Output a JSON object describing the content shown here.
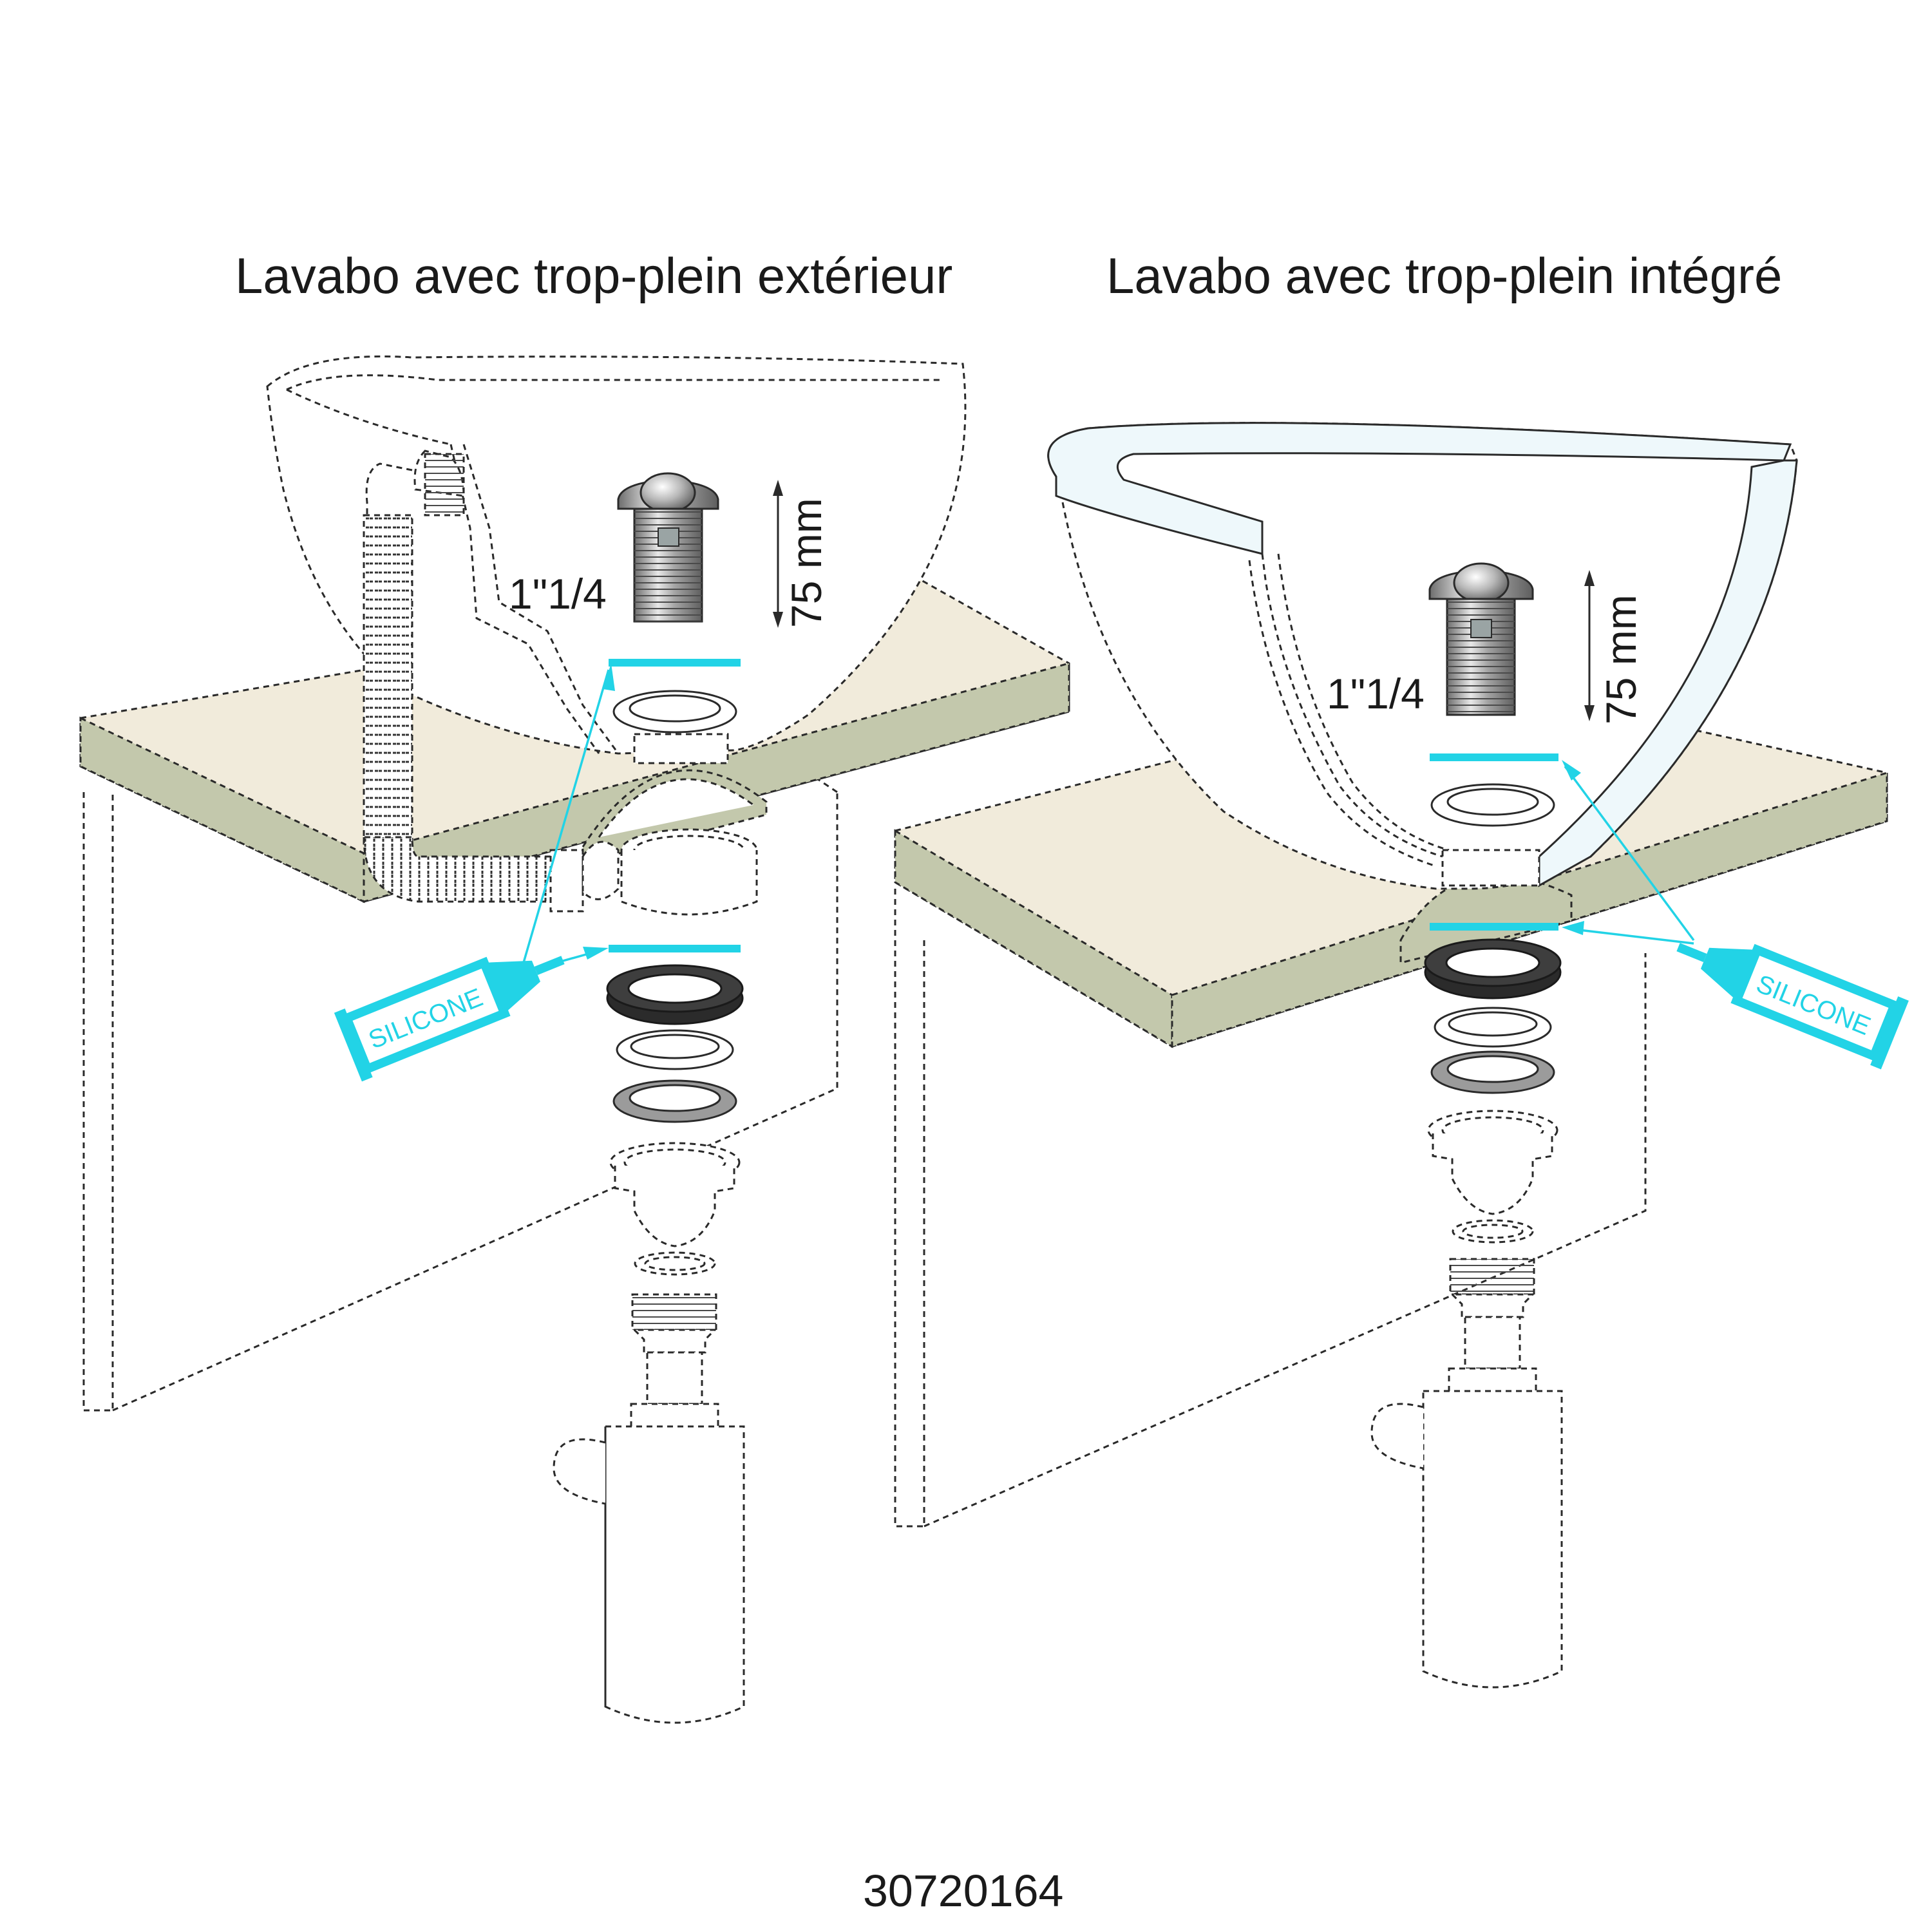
{
  "titles": {
    "left": "Lavabo avec trop-plein extérieur",
    "right": "Lavabo avec trop-plein intégré"
  },
  "dimensions": {
    "thread_left": "1\"1/4",
    "height_left": "75 mm",
    "thread_right": "1\"1/4",
    "height_right": "75 mm"
  },
  "silicone": {
    "left": "SILICONE",
    "right": "SILICONE"
  },
  "reference": "30720164",
  "colors": {
    "countertop_top": "#f1ebdb",
    "countertop_edge": "#c3c8ac",
    "silicone_cyan": "#22d3e6",
    "metal": "#a9a9a9",
    "rubber": "#2b2b2b"
  }
}
